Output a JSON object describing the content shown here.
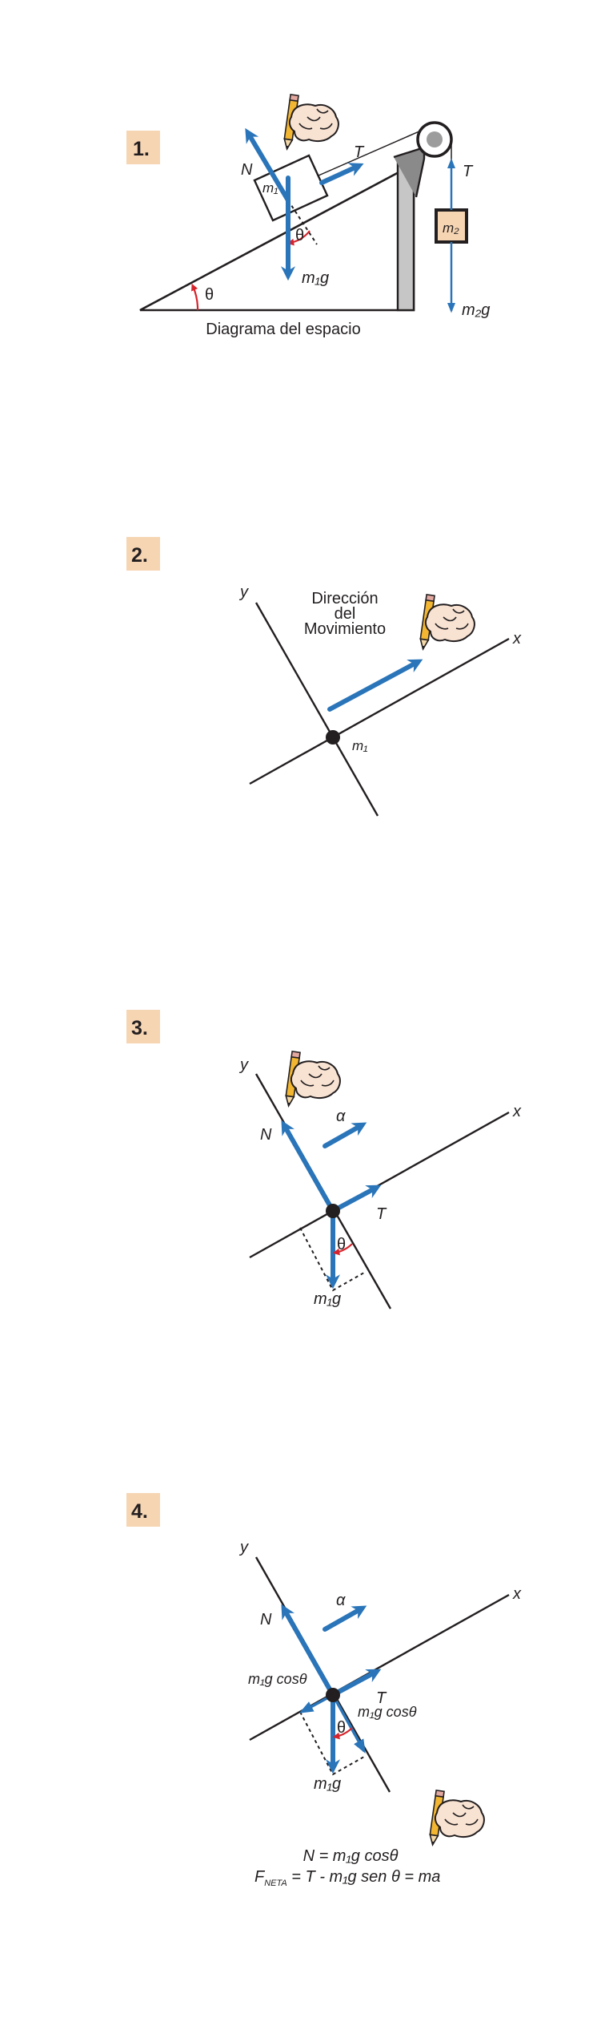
{
  "accent_color": "#2a75b9",
  "angle_color": "#d6242c",
  "badge_color": "#f6d5b3",
  "panels": [
    {
      "number": "1.",
      "caption": "Diagrama del espacio",
      "labels": {
        "N": "N",
        "T1": "T",
        "m1": "m₁",
        "theta_block": "θ",
        "weight1": "m₁g",
        "theta_incline": "θ",
        "T2": "T",
        "m2": "m₂",
        "weight2": "m₂g"
      }
    },
    {
      "number": "2.",
      "labels": {
        "y": "y",
        "x": "x",
        "direction": [
          "Dirección",
          "del",
          "Movimiento"
        ],
        "m1": "m₁"
      }
    },
    {
      "number": "3.",
      "labels": {
        "y": "y",
        "x": "x",
        "N": "N",
        "alpha": "α",
        "T": "T",
        "theta": "θ",
        "weight": "m₁g"
      }
    },
    {
      "number": "4.",
      "labels": {
        "y": "y",
        "x": "x",
        "N": "N",
        "alpha": "α",
        "T": "T",
        "theta": "θ",
        "weight": "m₁g",
        "perp_comp": "m₁g cosθ",
        "par_comp": "m₁g cosθ"
      },
      "equations": {
        "eq1": "N = m₁g cosθ",
        "eq2_prefix": "F",
        "eq2_sub": "NETA",
        "eq2_rest": " = T - m₁g sen θ = ma"
      }
    }
  ]
}
